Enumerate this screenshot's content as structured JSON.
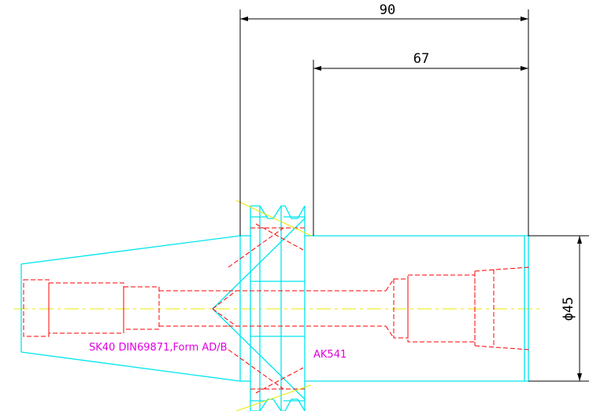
{
  "dimensions": {
    "overall_length": "90",
    "projection_length": "67",
    "diameter": "ϕ45"
  },
  "annotations": {
    "taper_spec": "SK40 DIN69871,Form AD/B",
    "part_number": "AK541"
  },
  "colors": {
    "outline": "#00e5ee",
    "hidden_line": "#ff0000",
    "centerline": "#e8e800",
    "dimension": "#000000",
    "label": "#e000e0"
  }
}
